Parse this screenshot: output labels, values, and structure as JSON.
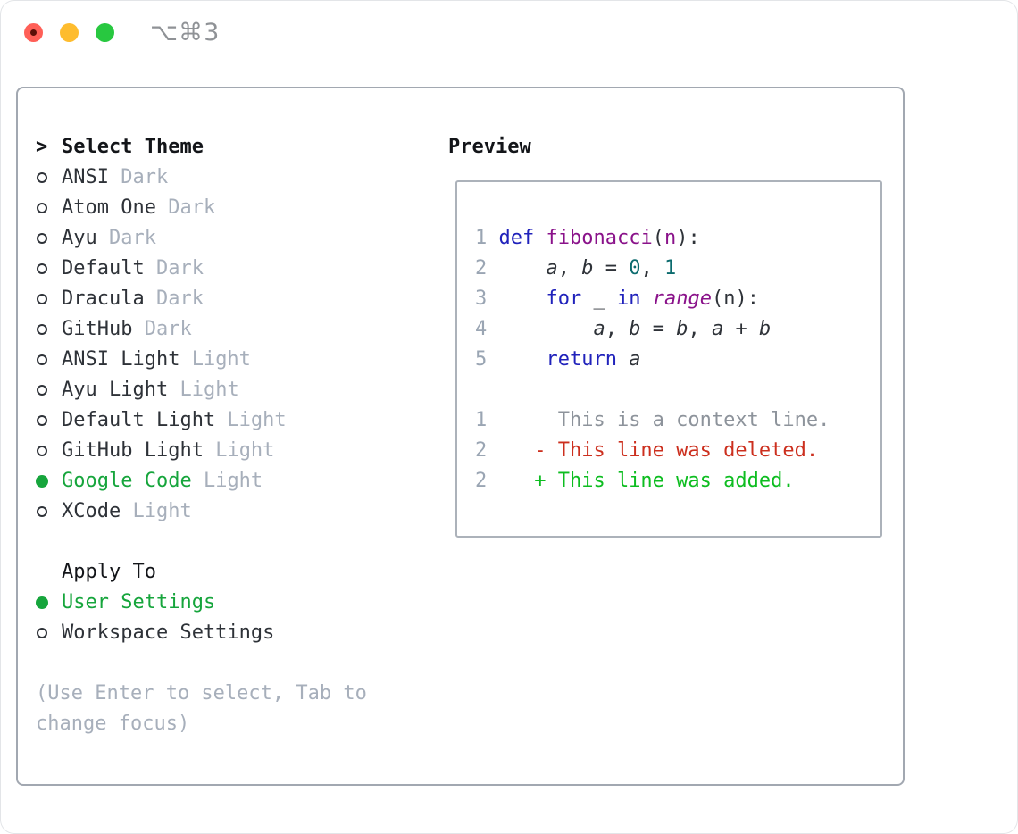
{
  "window": {
    "title_shortcut": "⌥⌘3"
  },
  "left": {
    "prompt": ">",
    "title": "Select Theme",
    "themes": [
      {
        "name": "ANSI",
        "variant": "Dark",
        "selected": false
      },
      {
        "name": "Atom One",
        "variant": "Dark",
        "selected": false
      },
      {
        "name": "Ayu",
        "variant": "Dark",
        "selected": false
      },
      {
        "name": "Default",
        "variant": "Dark",
        "selected": false
      },
      {
        "name": "Dracula",
        "variant": "Dark",
        "selected": false
      },
      {
        "name": "GitHub",
        "variant": "Dark",
        "selected": false
      },
      {
        "name": "ANSI Light",
        "variant": "Light",
        "selected": false
      },
      {
        "name": "Ayu Light",
        "variant": "Light",
        "selected": false
      },
      {
        "name": "Default Light",
        "variant": "Light",
        "selected": false
      },
      {
        "name": "GitHub Light",
        "variant": "Light",
        "selected": false
      },
      {
        "name": "Google Code",
        "variant": "Light",
        "selected": true
      },
      {
        "name": "XCode",
        "variant": "Light",
        "selected": false
      }
    ],
    "apply_to": {
      "label": "Apply To",
      "options": [
        {
          "name": "User Settings",
          "selected": true
        },
        {
          "name": "Workspace Settings",
          "selected": false
        }
      ]
    },
    "hints": [
      "(Use Enter to select, Tab to",
      "change focus)"
    ]
  },
  "preview": {
    "title": "Preview",
    "lines": [
      {
        "num": "1",
        "kind": "code",
        "segments": [
          {
            "t": " ",
            "s": "p"
          },
          {
            "t": "def",
            "s": "kw"
          },
          {
            "t": " ",
            "s": "p"
          },
          {
            "t": "fibonacci",
            "s": "fn"
          },
          {
            "t": "(",
            "s": "p"
          },
          {
            "t": "n",
            "s": "fn"
          },
          {
            "t": "):",
            "s": "p"
          }
        ]
      },
      {
        "num": "2",
        "kind": "code",
        "segments": [
          {
            "t": "     ",
            "s": "p"
          },
          {
            "t": "a",
            "s": "v"
          },
          {
            "t": ", ",
            "s": "p"
          },
          {
            "t": "b",
            "s": "v"
          },
          {
            "t": " = ",
            "s": "p"
          },
          {
            "t": "0",
            "s": "lit"
          },
          {
            "t": ", ",
            "s": "p"
          },
          {
            "t": "1",
            "s": "lit"
          }
        ]
      },
      {
        "num": "3",
        "kind": "code",
        "segments": [
          {
            "t": "     ",
            "s": "p"
          },
          {
            "t": "for",
            "s": "kw"
          },
          {
            "t": " _ ",
            "s": "p"
          },
          {
            "t": "in",
            "s": "kw"
          },
          {
            "t": " ",
            "s": "p"
          },
          {
            "t": "range",
            "s": "fni"
          },
          {
            "t": "(n):",
            "s": "p"
          }
        ]
      },
      {
        "num": "4",
        "kind": "code",
        "segments": [
          {
            "t": "         ",
            "s": "p"
          },
          {
            "t": "a",
            "s": "v"
          },
          {
            "t": ", ",
            "s": "p"
          },
          {
            "t": "b",
            "s": "v"
          },
          {
            "t": " = ",
            "s": "p"
          },
          {
            "t": "b",
            "s": "v"
          },
          {
            "t": ", ",
            "s": "p"
          },
          {
            "t": "a",
            "s": "v"
          },
          {
            "t": " + ",
            "s": "p"
          },
          {
            "t": "b",
            "s": "v"
          }
        ]
      },
      {
        "num": "5",
        "kind": "code",
        "segments": [
          {
            "t": "     ",
            "s": "p"
          },
          {
            "t": "return",
            "s": "kw"
          },
          {
            "t": " ",
            "s": "p"
          },
          {
            "t": "a",
            "s": "v"
          }
        ]
      },
      {
        "num": "",
        "kind": "blank",
        "segments": []
      },
      {
        "num": "1",
        "kind": "diff-context",
        "segments": [
          {
            "t": "      This is a context line.",
            "s": "ctx"
          }
        ]
      },
      {
        "num": "2",
        "kind": "diff-deleted",
        "segments": [
          {
            "t": "    - This line was deleted.",
            "s": "del"
          }
        ]
      },
      {
        "num": "2",
        "kind": "diff-added",
        "segments": [
          {
            "t": "    + This line was added.",
            "s": "add"
          }
        ]
      }
    ]
  },
  "colors": {
    "accent_green": "#16a53c",
    "added_green": "#0dbd20",
    "deleted_red": "#cc2f1e",
    "keyword_blue": "#2022bb",
    "function_purple": "#8a128a",
    "literal_teal": "#0b6b6e",
    "context_gray": "#8d939b",
    "muted_gray": "#a7afbb",
    "line_number_gray": "#9aa5b3",
    "text_dark": "#2e3238",
    "heading_black": "#131519",
    "panel_border": "#a2a8b1",
    "preview_border": "#acb2ba",
    "traffic_red": "#ff5f57",
    "traffic_yellow": "#febc2e",
    "traffic_green": "#28c840",
    "titlebar_gray": "#8f9296"
  }
}
